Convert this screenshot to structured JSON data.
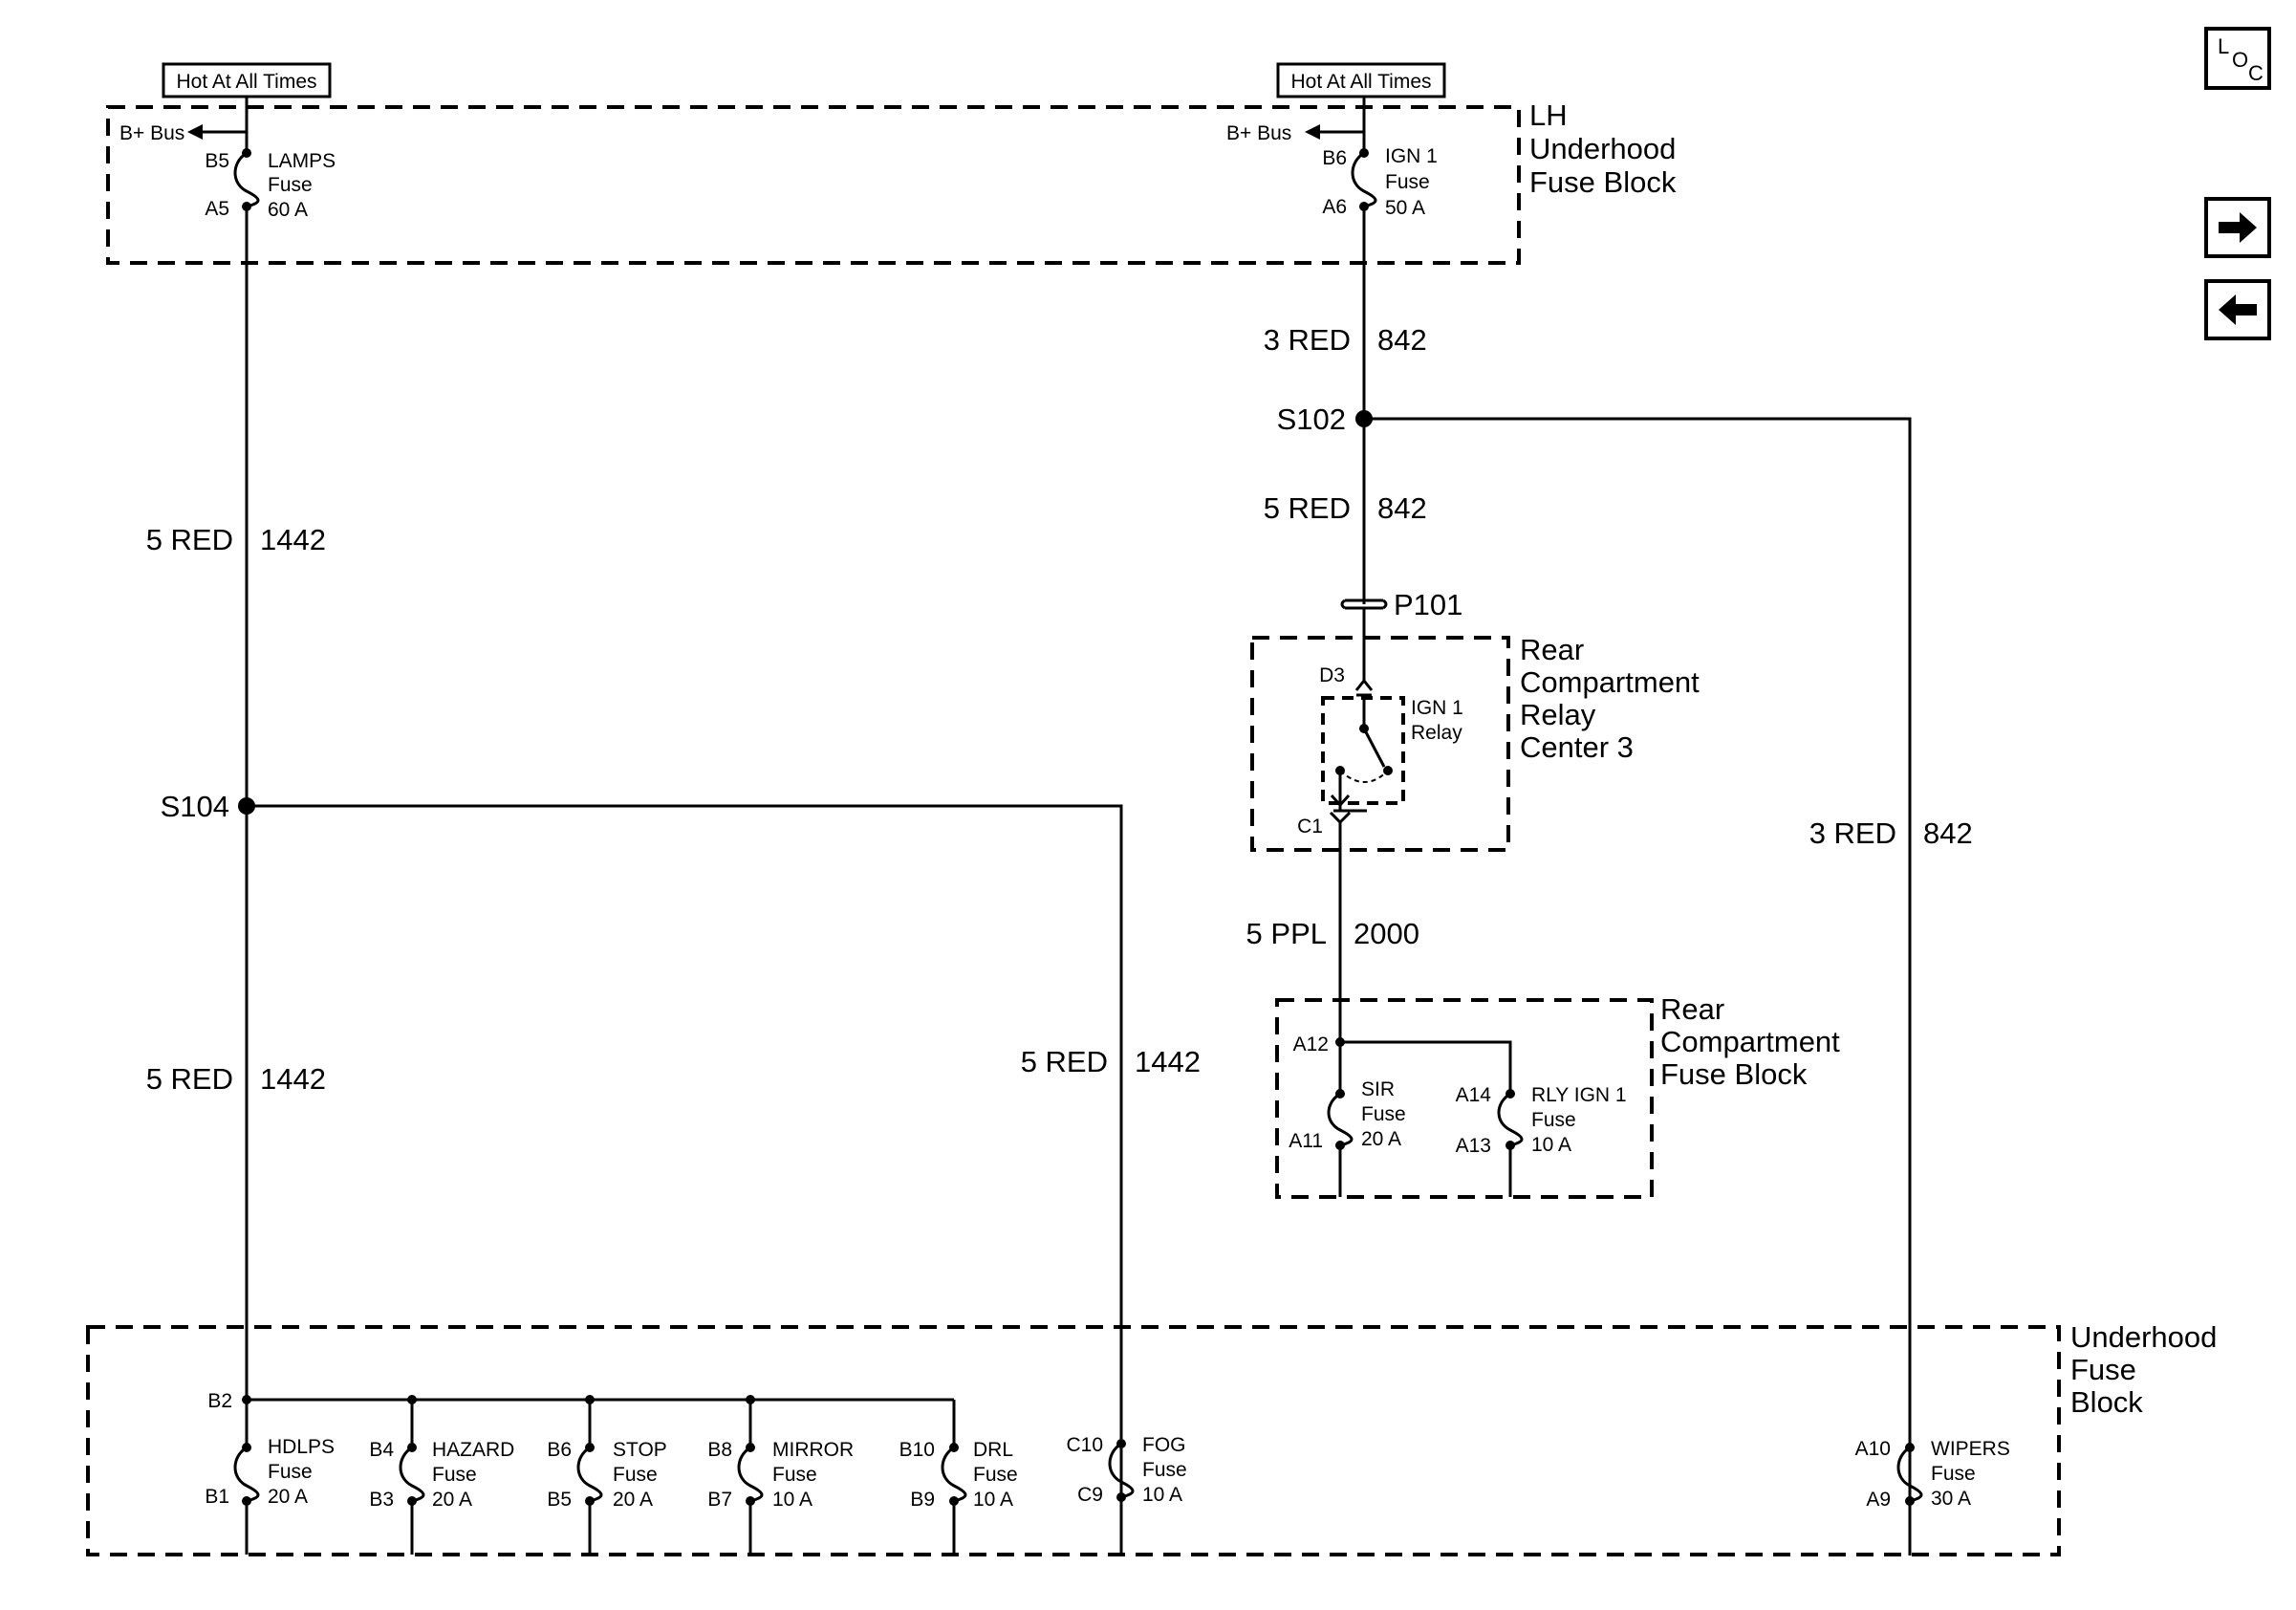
{
  "hot_labels": [
    "Hot At All Times",
    "Hot At All Times"
  ],
  "lh_block": {
    "line1": "LH",
    "line2": "Underhood",
    "line3": "Fuse Block"
  },
  "lh_fuses": [
    {
      "name": "LAMPS",
      "word": "Fuse",
      "rating": "60 A",
      "pin_top": "B5",
      "pin_bot": "A5",
      "bus": "B+ Bus"
    },
    {
      "name": "IGN 1",
      "word": "Fuse",
      "rating": "50 A",
      "pin_top": "B6",
      "pin_bot": "A6",
      "bus": "B+ Bus"
    }
  ],
  "wires": {
    "w_left_top": {
      "gauge": "5 RED",
      "circuit": "1442"
    },
    "w_left_bot": {
      "gauge": "5 RED",
      "circuit": "1442"
    },
    "w_mid": {
      "gauge": "5 RED",
      "circuit": "1442"
    },
    "w_ign_top": {
      "gauge": "3 RED",
      "circuit": "842"
    },
    "w_ign_mid": {
      "gauge": "5 RED",
      "circuit": "842"
    },
    "w_right": {
      "gauge": "3 RED",
      "circuit": "842"
    },
    "w_ppl": {
      "gauge": "5 PPL",
      "circuit": "2000"
    }
  },
  "splices": {
    "s104": "S104",
    "s102": "S102"
  },
  "connector": "P101",
  "relay_center": {
    "line1": "Rear",
    "line2": "Compartment",
    "line3": "Relay",
    "line4": "Center 3",
    "relay_line1": "IGN 1",
    "relay_line2": "Relay",
    "pin_top": "D3",
    "pin_bot": "C1"
  },
  "rear_fuse_block": {
    "line1": "Rear",
    "line2": "Compartment",
    "line3": "Fuse Block",
    "pin_in": "A12",
    "fuses": [
      {
        "name": "SIR",
        "word": "Fuse",
        "rating": "20 A",
        "pin_top": "",
        "pin_bot": "A11"
      },
      {
        "name": "RLY IGN 1",
        "word": "Fuse",
        "rating": "10 A",
        "pin_top": "A14",
        "pin_bot": "A13"
      }
    ]
  },
  "underhood_block": {
    "line1": "Underhood",
    "line2": "Fuse",
    "line3": "Block",
    "pin_bus": "B2"
  },
  "underhood_fuses": [
    {
      "name": "HDLPS",
      "word": "Fuse",
      "rating": "20 A",
      "pin_top": "",
      "pin_bot": "B1"
    },
    {
      "name": "HAZARD",
      "word": "Fuse",
      "rating": "20 A",
      "pin_top": "B4",
      "pin_bot": "B3"
    },
    {
      "name": "STOP",
      "word": "Fuse",
      "rating": "20 A",
      "pin_top": "B6",
      "pin_bot": "B5"
    },
    {
      "name": "MIRROR",
      "word": "Fuse",
      "rating": "10 A",
      "pin_top": "B8",
      "pin_bot": "B7"
    },
    {
      "name": "DRL",
      "word": "Fuse",
      "rating": "10 A",
      "pin_top": "B10",
      "pin_bot": "B9"
    },
    {
      "name": "FOG",
      "word": "Fuse",
      "rating": "10 A",
      "pin_top": "C10",
      "pin_bot": "C9"
    },
    {
      "name": "WIPERS",
      "word": "Fuse",
      "rating": "30 A",
      "pin_top": "A10",
      "pin_bot": "A9"
    }
  ],
  "nav": {
    "loc_l": "L",
    "loc_o": "O",
    "loc_c": "C",
    "next_icon": "arrow-right-icon",
    "prev_icon": "arrow-left-icon"
  }
}
